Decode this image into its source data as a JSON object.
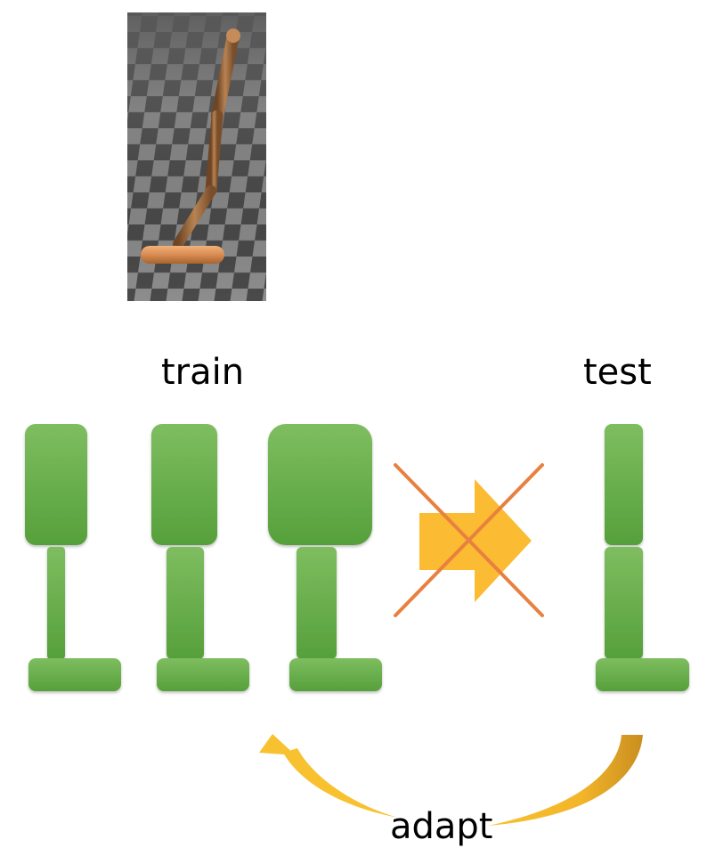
{
  "labels": {
    "train": "train",
    "test": "test",
    "adapt": "adapt"
  },
  "colors": {
    "body_green_top": "#7cbc5f",
    "body_green_bottom": "#58a03c",
    "no_transfer_arrow": "#fbbb32",
    "no_transfer_cross": "#e8803f",
    "adapt_arrow": "#f5bd2e",
    "hopper_body": "#a8734a",
    "checker_dark": "#4a4a4a",
    "checker_light": "#8c8c8c"
  },
  "icons": {
    "simulation": "hopper-robot-render",
    "no_transfer": "crossed-out-arrow",
    "adapt": "curved-arrow"
  }
}
